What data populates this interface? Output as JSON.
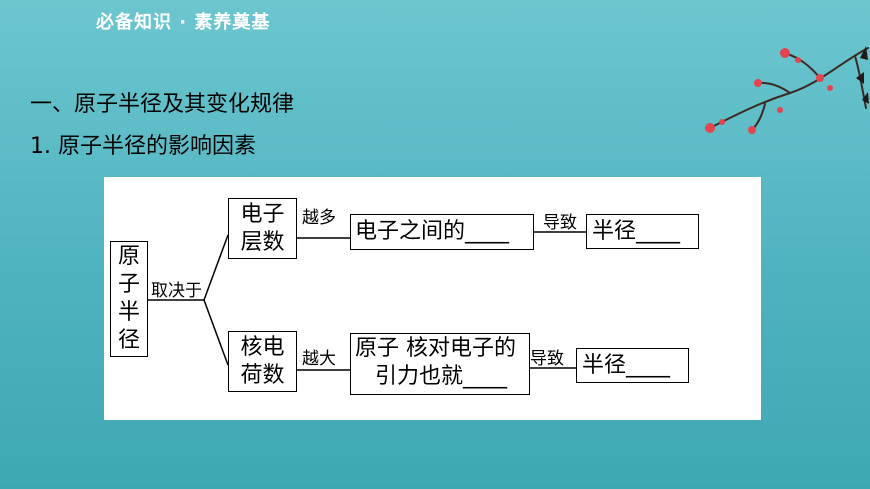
{
  "header": {
    "title": "必备知识 · 素养奠基"
  },
  "section": {
    "heading": "一、原子半径及其变化规律",
    "subheading": "1. 原子半径的影响因素"
  },
  "diagram": {
    "root": [
      "原",
      "子",
      "半",
      "径"
    ],
    "root_relation": "取决于",
    "branches": [
      {
        "factor": [
          "电子",
          "层数"
        ],
        "trend": "越多",
        "effect": "电子之间的____",
        "connector": "导致",
        "result": "半径____"
      },
      {
        "factor": [
          "核电",
          "荷数"
        ],
        "trend": "越大",
        "effect_line1": "原子 核对电子的",
        "effect_line2": "引力也就____",
        "connector": "导致",
        "result": "半径____"
      }
    ]
  }
}
